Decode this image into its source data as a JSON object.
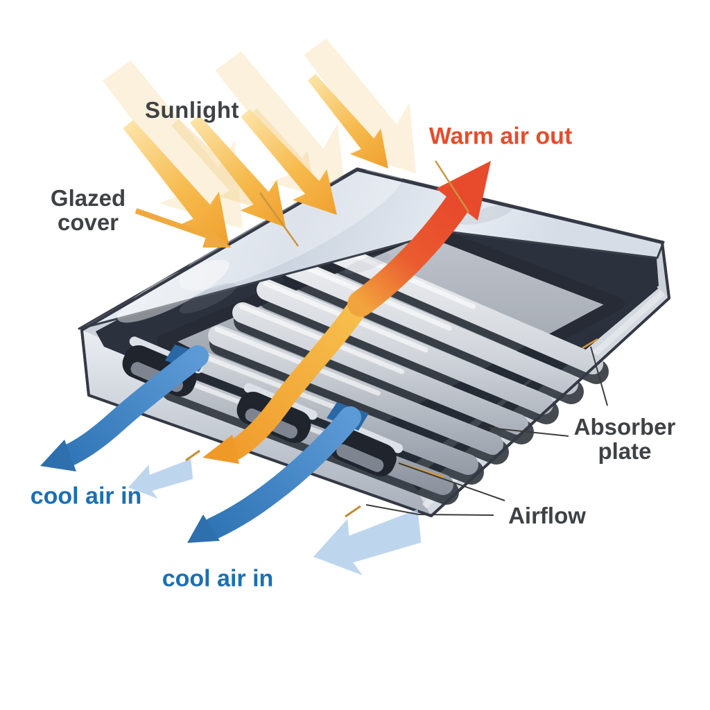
{
  "diagram": {
    "type": "solar-air-collector-cutaway",
    "labels": {
      "sunlight": "Sunlight",
      "warm_air_out": "Warm air out",
      "glazed_cover": [
        "Glazed",
        "cover"
      ],
      "absorber_plate": [
        "Absorber",
        "plate"
      ],
      "airflow": "Airflow",
      "cool_air_in_left": "cool air in",
      "cool_air_in_bottom": "cool air in"
    },
    "colors": {
      "sun_ray": "#F2A636",
      "sun_ray_light": "#FAE9C5",
      "warm_air_arrow": "#E84B2B",
      "warm_air_text": "#E44D2B",
      "duct_air_arrow": "#F0A02E",
      "cool_air_arrow": "#3E86C7",
      "cool_air_faded": "#AECBEA",
      "cool_air_text": "#1B6FB3",
      "label_text": "#3F4245",
      "glazing": "#D9E0E9",
      "absorber_dark": "#2B313D",
      "fin_metal": "#C9CDD5",
      "casing": "#CDD2DA",
      "background": "#FFFFFF"
    }
  }
}
